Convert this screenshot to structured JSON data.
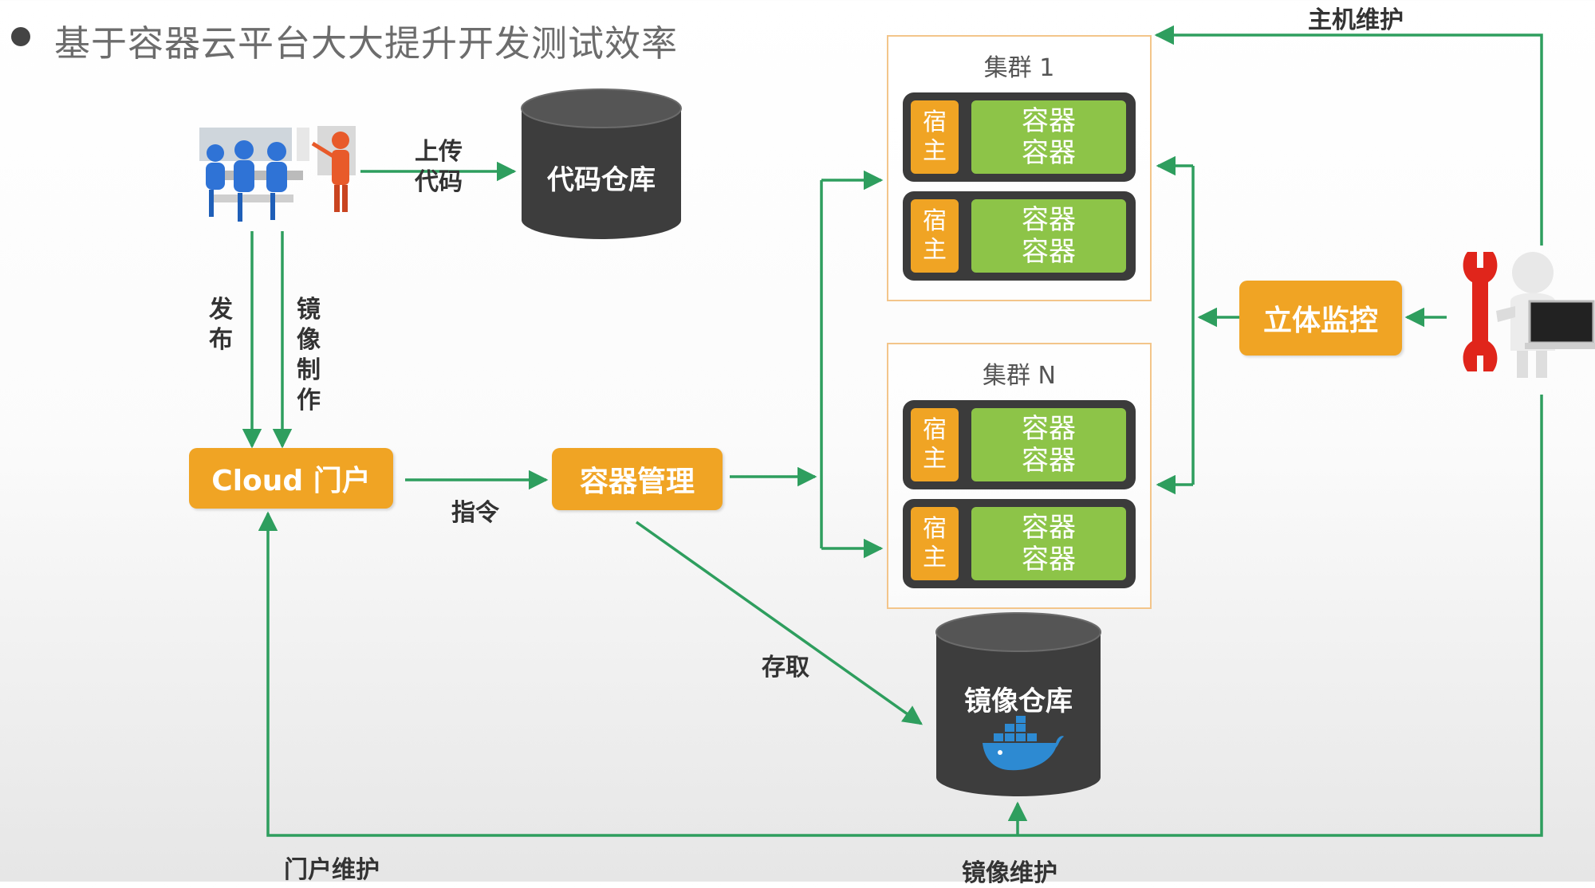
{
  "title": "基于容器云平台大大提升开发测试效率",
  "nodes": {
    "code_repo": "代码仓库",
    "cloud_portal": "Cloud 门户",
    "container_mgmt": "容器管理",
    "monitor": "立体监控",
    "image_repo": "镜像仓库"
  },
  "clusters": [
    {
      "label": "集群 1",
      "hosts": [
        {
          "tag": [
            "宿",
            "主"
          ],
          "containers": [
            "容器",
            "容器"
          ]
        },
        {
          "tag": [
            "宿",
            "主"
          ],
          "containers": [
            "容器",
            "容器"
          ]
        }
      ]
    },
    {
      "label": "集群 N",
      "hosts": [
        {
          "tag": [
            "宿",
            "主"
          ],
          "containers": [
            "容器",
            "容器"
          ]
        },
        {
          "tag": [
            "宿",
            "主"
          ],
          "containers": [
            "容器",
            "容器"
          ]
        }
      ]
    }
  ],
  "edges": {
    "upload": [
      "上传",
      "代码"
    ],
    "publish": "发布",
    "image_build": "镜像制作",
    "command": "指令",
    "access": "存取",
    "host_maint": "主机维护",
    "portal_maint": "门户维护",
    "image_maint": "镜像维护"
  },
  "colors": {
    "arrow": "#2e9e5e",
    "orange": "#f0a424",
    "container_green": "#8dc448",
    "host_dark": "#3b3b3b",
    "db": "#3d3d3d",
    "wrench": "#e0251b"
  },
  "icons": [
    "team-meeting-icon",
    "docker-whale-icon",
    "wrench-icon",
    "person-laptop-icon"
  ]
}
